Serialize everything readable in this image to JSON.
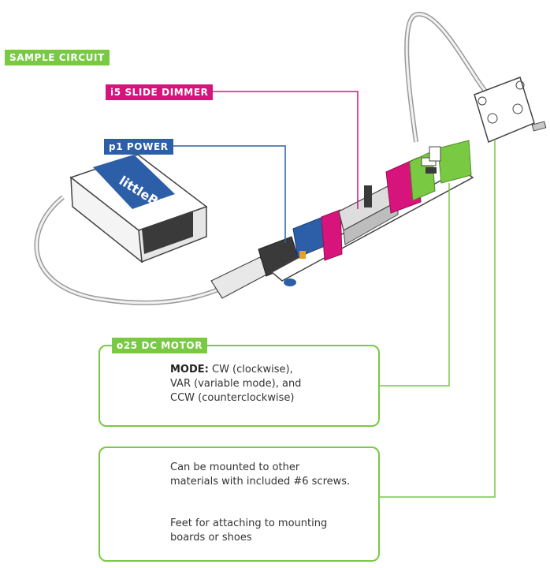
{
  "labels": {
    "sample_circuit": "SAMPLE CIRCUIT",
    "slide_dimmer": "i5 SLIDE DIMMER",
    "power": "p1 POWER",
    "dc_motor": "o25 DC MOTOR"
  },
  "battery_brand": "littleBits",
  "motor_box": {
    "mode_label": "MODE:",
    "mode_line1": " CW (clockwise),",
    "mode_line2": "VAR (variable mode), and",
    "mode_line3": "CCW (counterclockwise)"
  },
  "mount_box": {
    "screw_line1": "Can be mounted to other",
    "screw_line2": "materials with included #6 screws.",
    "feet_line1": "Feet for attaching to mounting",
    "feet_line2": "boards or shoes"
  },
  "colors": {
    "green": "#7ac943",
    "magenta": "#d6147b",
    "blue": "#2d5fa8",
    "sample_green": "#7ac943"
  }
}
